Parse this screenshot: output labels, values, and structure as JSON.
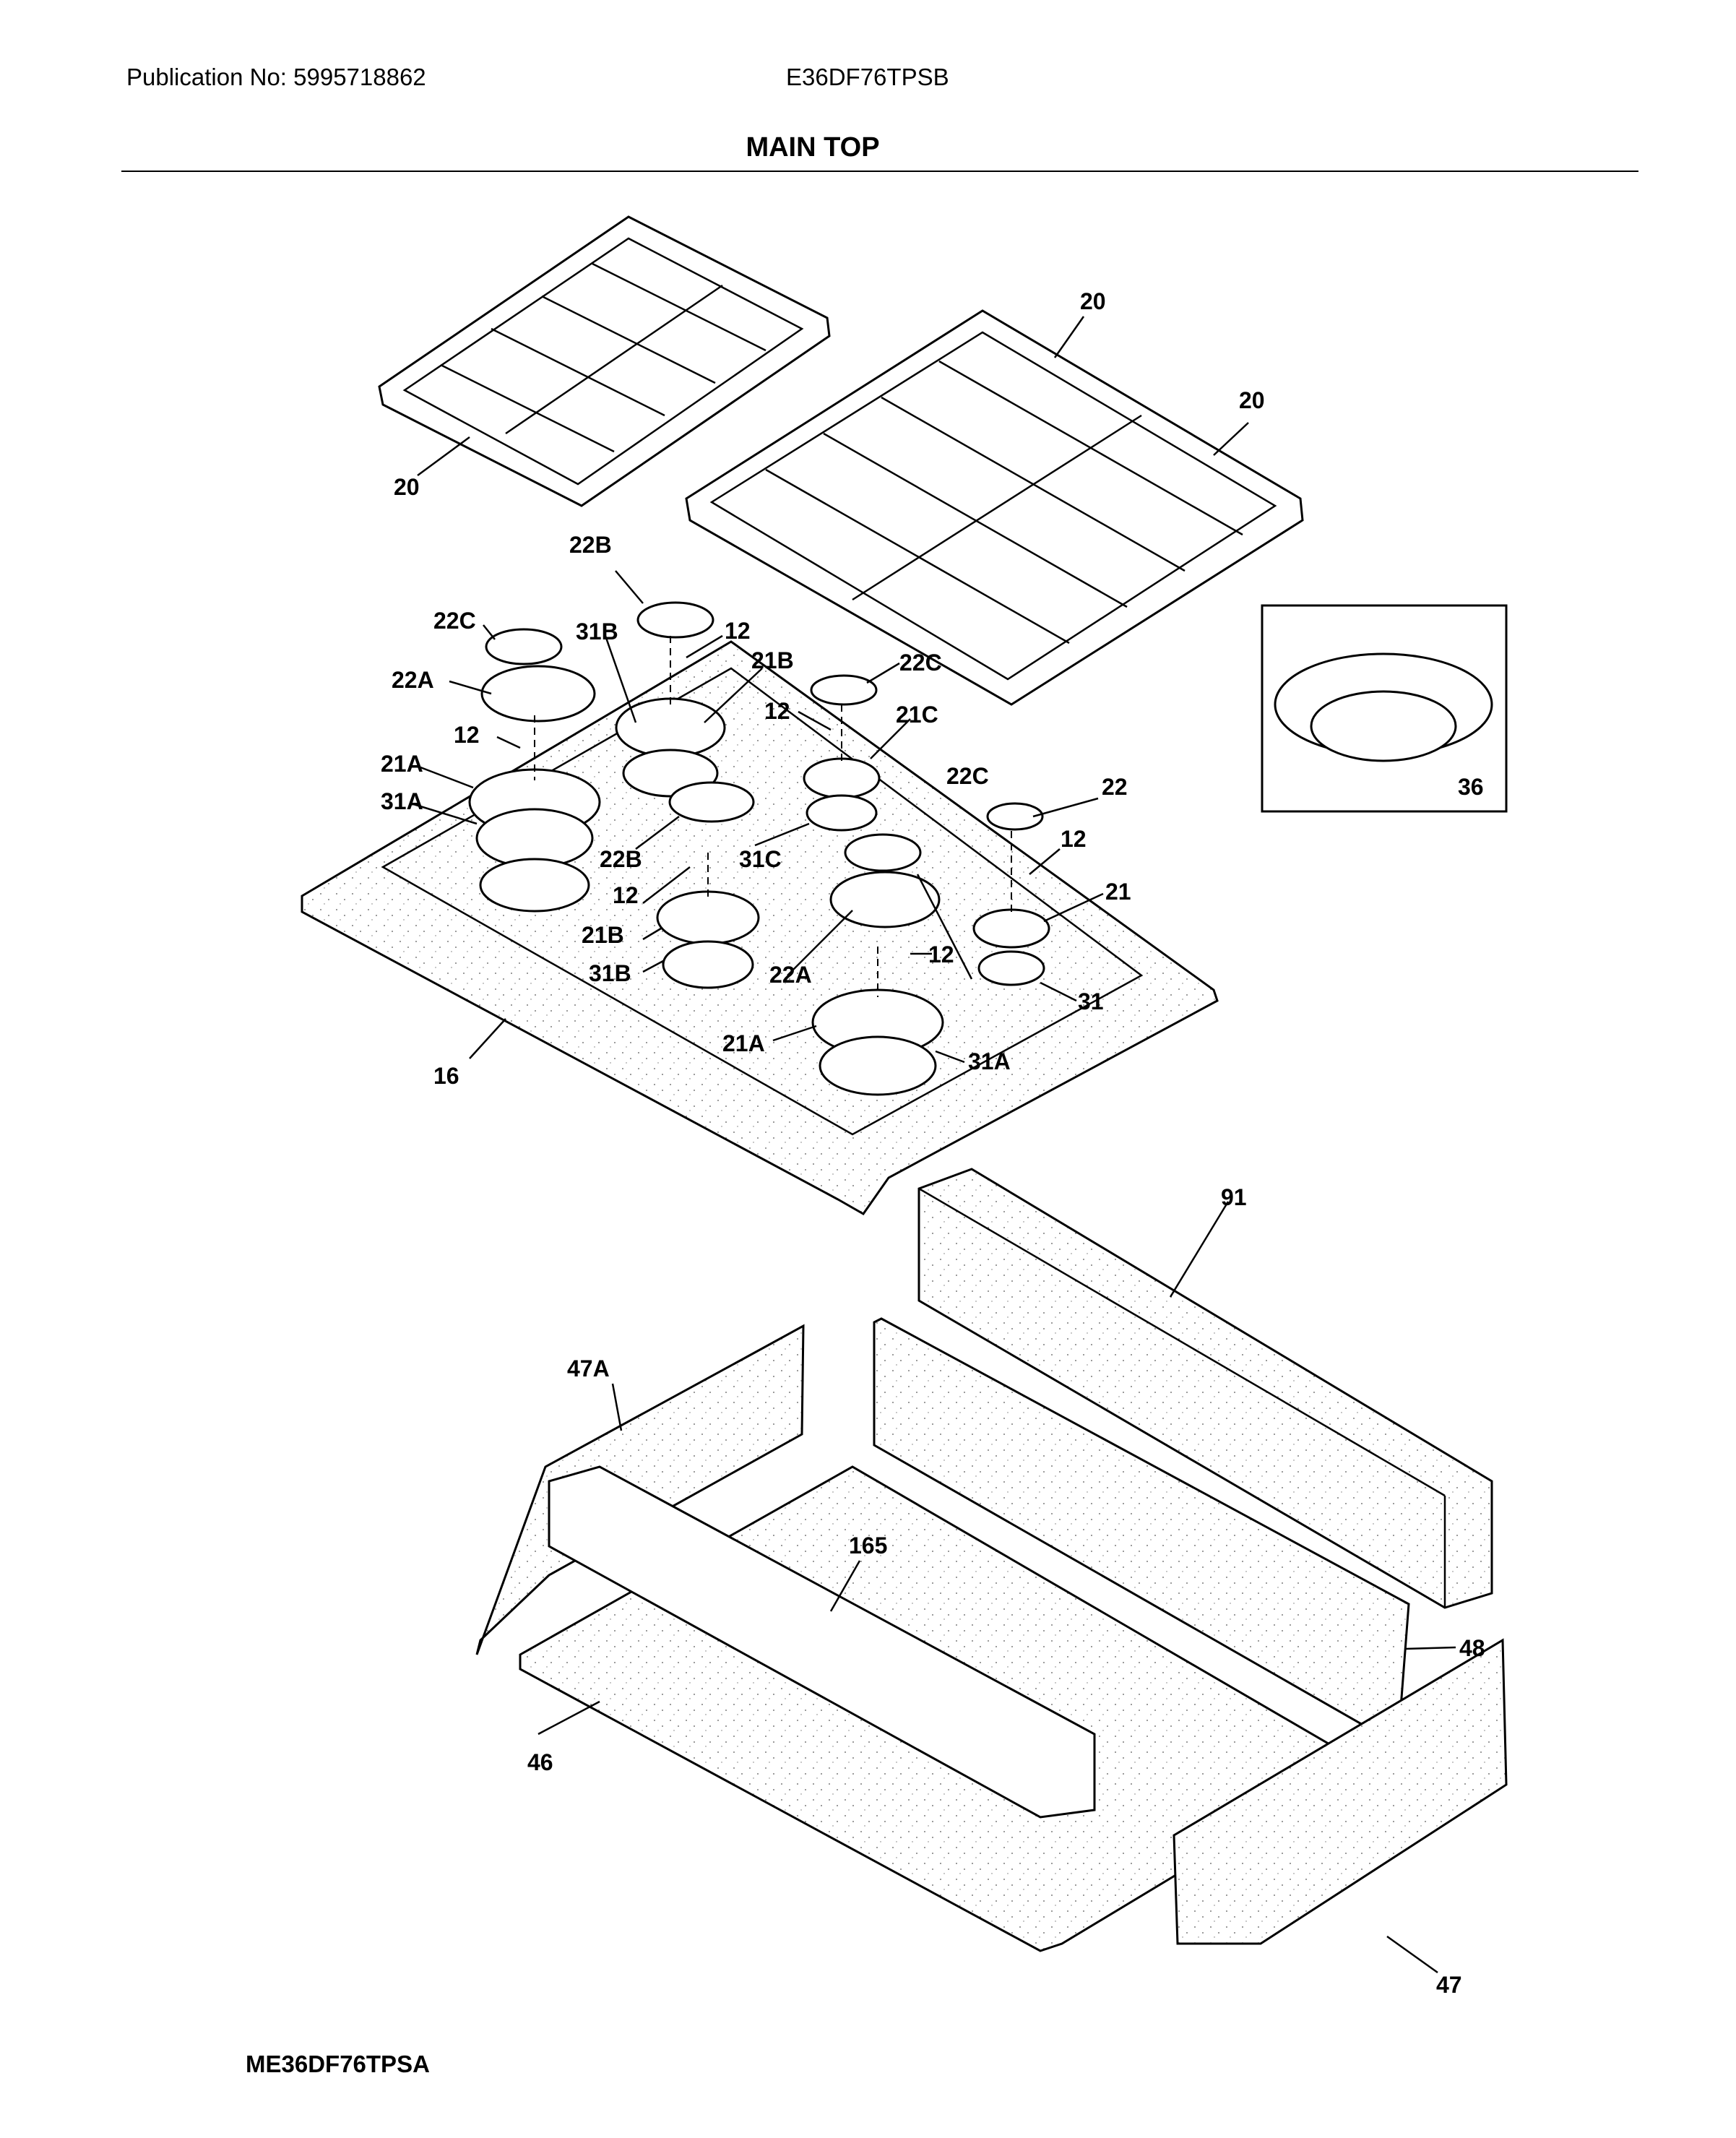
{
  "header": {
    "publication": "Publication No: 5995718862",
    "model": "E36DF76TPSB"
  },
  "title": "MAIN TOP",
  "footer": {
    "drawing_code": "ME36DF76TPSA"
  },
  "callouts": [
    "20",
    "20",
    "20",
    "22B",
    "22C",
    "31B",
    "12",
    "21B",
    "22A",
    "22C",
    "12",
    "21C",
    "12",
    "21A",
    "31A",
    "22B",
    "31C",
    "22C",
    "22",
    "12",
    "12",
    "21",
    "21B",
    "31B",
    "22A",
    "12",
    "31",
    "21A",
    "31A",
    "16",
    "36",
    "91",
    "47A",
    "165",
    "48",
    "46",
    "47"
  ]
}
